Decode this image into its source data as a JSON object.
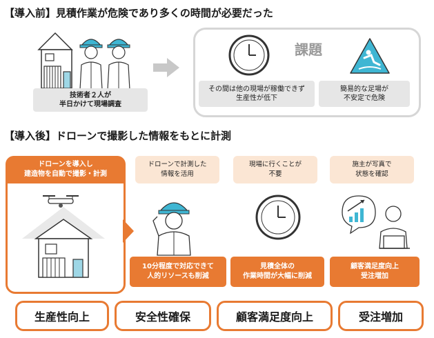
{
  "before": {
    "title": "【導入前】見積作業が危険であり多くの時間が必要だった",
    "worker_note_line1": "技術者２人が",
    "worker_note_line2": "半日かけて現場調査"
  },
  "issues": {
    "title": "課題",
    "issue1_line1": "その間は他の現場が稼働できず",
    "issue1_line2": "生産性が低下",
    "issue2_line1": "簡易的な足場が",
    "issue2_line2": "不安定で危険"
  },
  "after": {
    "title": "【導入後】ドローンで撮影した情報をもとに計測",
    "drone_line1": "ドローンを導入し",
    "drone_line2": "建造物を自動で撮影・計測"
  },
  "steps": [
    {
      "top_line1": "ドローンで計測した",
      "top_line2": "情報を活用",
      "bottom_line1": "10分程度で対応できて",
      "bottom_line2": "人的リソースも削減"
    },
    {
      "top_line1": "現場に行くことが",
      "top_line2": "不要",
      "bottom_line1": "見積全体の",
      "bottom_line2": "作業時間が大幅に削減"
    },
    {
      "top_line1": "施主が写真で",
      "top_line2": "状態を確認",
      "bottom_line1": "顧客満足度向上",
      "bottom_line2": "受注増加"
    }
  ],
  "results": [
    "生産性向上",
    "安全性確保",
    "顧客満足度向上",
    "受注増加"
  ],
  "colors": {
    "accent": "#e87a32",
    "peach": "#fbe6d4",
    "gray": "#e6e6e6",
    "helmet": "#3fb6d3"
  }
}
